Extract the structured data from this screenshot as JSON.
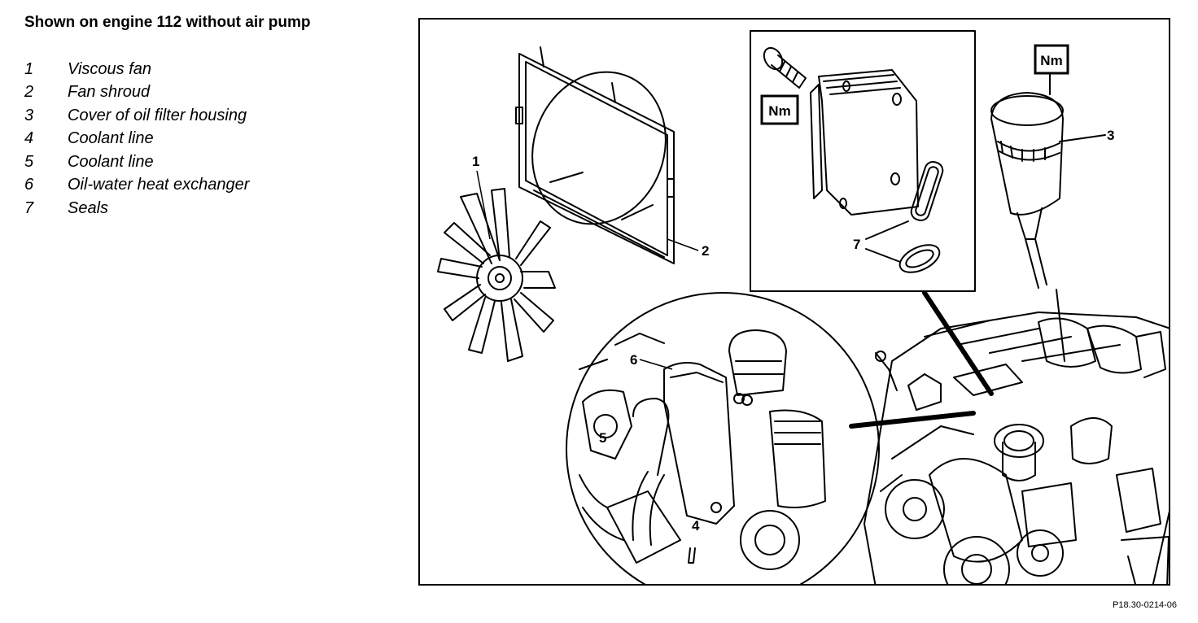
{
  "title": "Shown on engine 112 without air pump",
  "legend": [
    {
      "num": "1",
      "label": "Viscous fan"
    },
    {
      "num": "2",
      "label": "Fan shroud"
    },
    {
      "num": "3",
      "label": "Cover of oil filter housing"
    },
    {
      "num": "4",
      "label": "Coolant line"
    },
    {
      "num": "5",
      "label": "Coolant line"
    },
    {
      "num": "6",
      "label": "Oil-water heat exchanger"
    },
    {
      "num": "7",
      "label": "Seals"
    }
  ],
  "callouts": {
    "c1": "1",
    "c2": "2",
    "c3": "3",
    "c4": "4",
    "c5": "5",
    "c6": "6",
    "c7": "7"
  },
  "torque_label": "Nm",
  "figure_ref": "P18.30-0214-06"
}
